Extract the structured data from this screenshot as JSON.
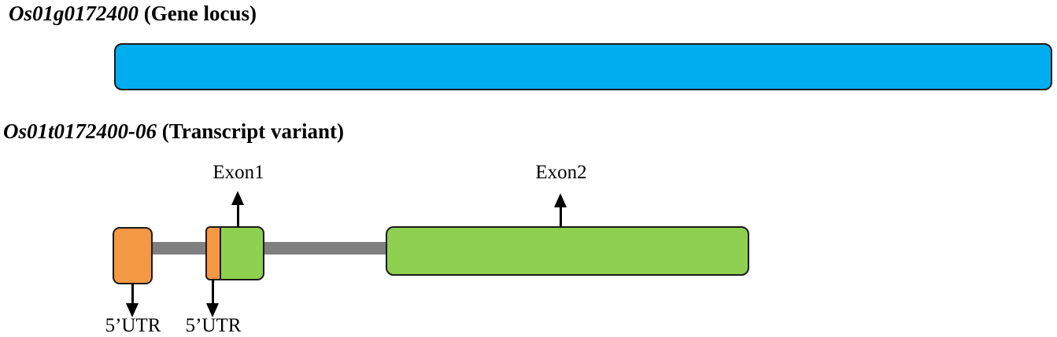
{
  "gene_locus": {
    "id": "Os01g0172400",
    "suffix": " (Gene locus)"
  },
  "transcript": {
    "id": "Os01t0172400-06",
    "suffix": " (Transcript variant)"
  },
  "diagram": {
    "exon1_label": "Exon1",
    "exon2_label": "Exon2",
    "utr_left_label": "5’UTR",
    "utr_middle_label": "5’UTR"
  },
  "colors": {
    "gene_bar": "#00AEEF",
    "utr": "#F49843",
    "exon": "#8ED04F",
    "intron": "#7F7F7F",
    "outline": "#1A1A1A"
  }
}
